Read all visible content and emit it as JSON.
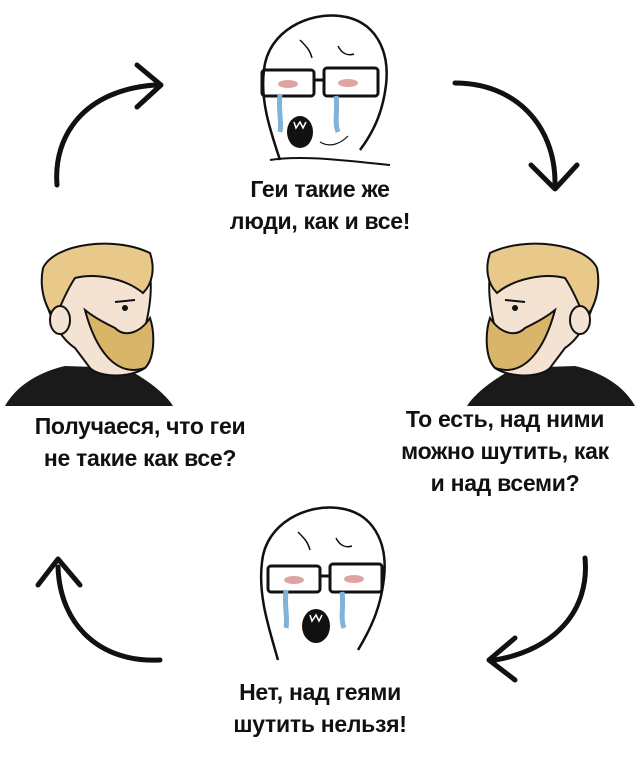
{
  "captions": {
    "top": [
      "Геи такие же",
      "люди, как и все!"
    ],
    "right": [
      "То есть, над ними",
      "можно шутить, как",
      "и над всеми?"
    ],
    "bottom": [
      "Нет, над геями",
      "шутить нельзя!"
    ],
    "left": [
      "Получаеся, что геи",
      "не такие как все?"
    ]
  },
  "colors": {
    "ink": "#111111",
    "hair": "#e8c98a",
    "beard": "#d9b56a",
    "skin": "#f4e3d3",
    "tears": "#7fb3d8",
    "shirt": "#1a1a1a"
  },
  "icons": {
    "crying": "crying-wojak-face-icon",
    "chad": "bearded-chad-face-icon",
    "arrow": "curved-arrow-icon"
  }
}
